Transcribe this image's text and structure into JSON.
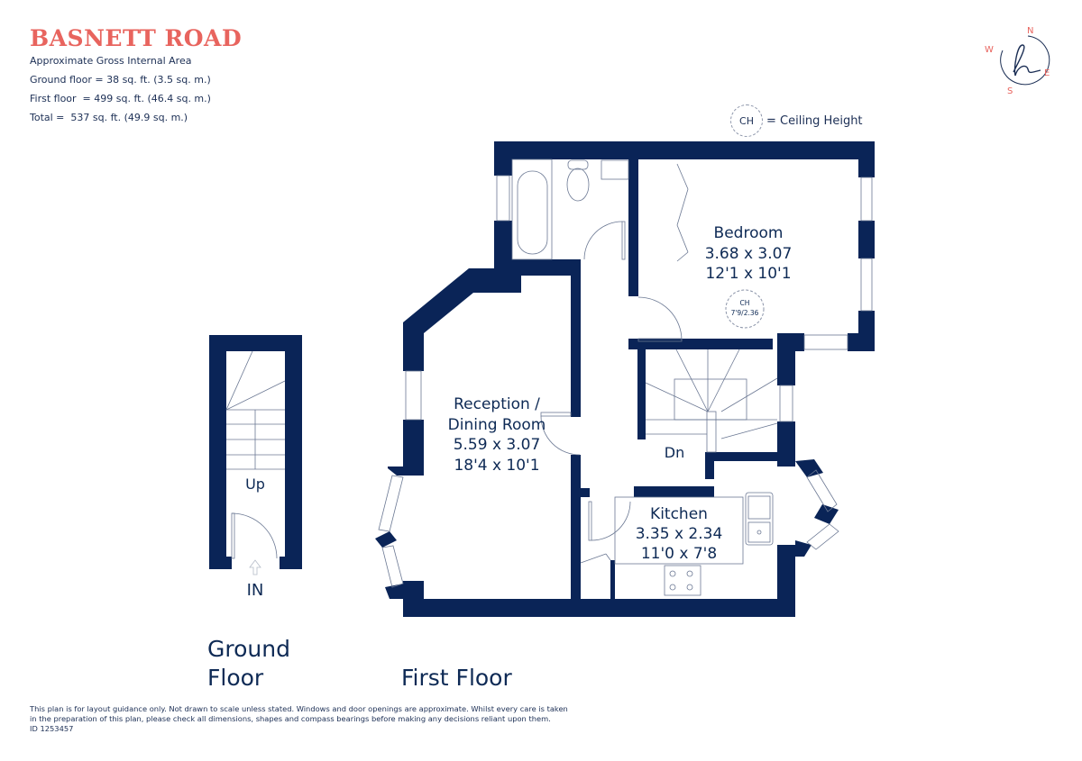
{
  "header": {
    "title": "BASNETT ROAD",
    "area_heading": "Approximate Gross Internal Area",
    "ground_floor_area": "Ground floor = 38 sq. ft. (3.5 sq. m.)",
    "first_floor_area": "First floor  = 499 sq. ft. (46.4 sq. m.)",
    "total_area": "Total =  537 sq. ft. (49.9 sq. m.)"
  },
  "compass": {
    "n": "N",
    "e": "E",
    "s": "S",
    "w": "W",
    "logo_glyph": "h"
  },
  "legend": {
    "symbol": "CH",
    "text": "= Ceiling Height"
  },
  "colors": {
    "wall": "#0a2457",
    "accent": "#e8645e",
    "line": "#6b7893"
  },
  "rooms": {
    "bedroom": {
      "name": "Bedroom",
      "metric": "3.68 x 3.07",
      "imperial": "12'1 x 10'1",
      "ceiling_label": "CH",
      "ceiling_height": "7'9/2.36"
    },
    "reception": {
      "name_line1": "Reception /",
      "name_line2": "Dining Room",
      "metric": "5.59 x 3.07",
      "imperial": "18'4 x 10'1"
    },
    "kitchen": {
      "name": "Kitchen",
      "metric": "3.35 x 2.34",
      "imperial": "11'0 x 7'8"
    },
    "stairs_first": {
      "label": "Dn"
    },
    "stairs_ground": {
      "label": "Up",
      "entrance": "IN"
    }
  },
  "floors": {
    "ground_line1": "Ground",
    "ground_line2": "Floor",
    "first": "First Floor"
  },
  "footer": {
    "disclaimer_line1": "This plan is for layout guidance only. Not drawn to scale unless stated. Windows and door openings are approximate. Whilst every care is taken",
    "disclaimer_line2": "in the preparation of this plan, please check all dimensions, shapes and compass bearings before making any decisions reliant upon them.",
    "id": "ID 1253457"
  }
}
